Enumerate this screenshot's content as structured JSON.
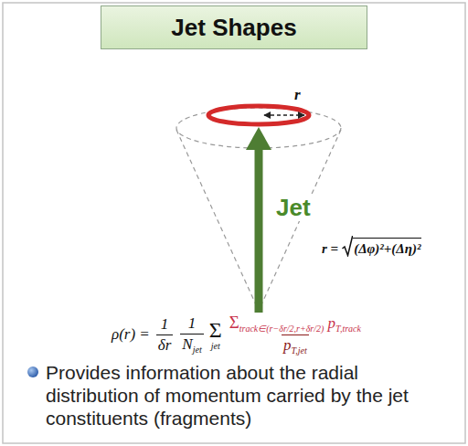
{
  "diagram": {
    "title": "Jet Shapes",
    "labels": [
      "r",
      "Jet",
      "r =",
      "(Δφ)²+(Δη)²",
      "ρ(r) =",
      "1",
      "δr",
      "1",
      "N",
      "jet",
      "Σ",
      "jet",
      "Σ",
      "track∈(r−δr/2,r+δr/2)",
      "p",
      "T,track",
      "p",
      "T,jet",
      "Provides information about the radial distribution of momentum carried by the jet constituents (fragments)"
    ]
  }
}
